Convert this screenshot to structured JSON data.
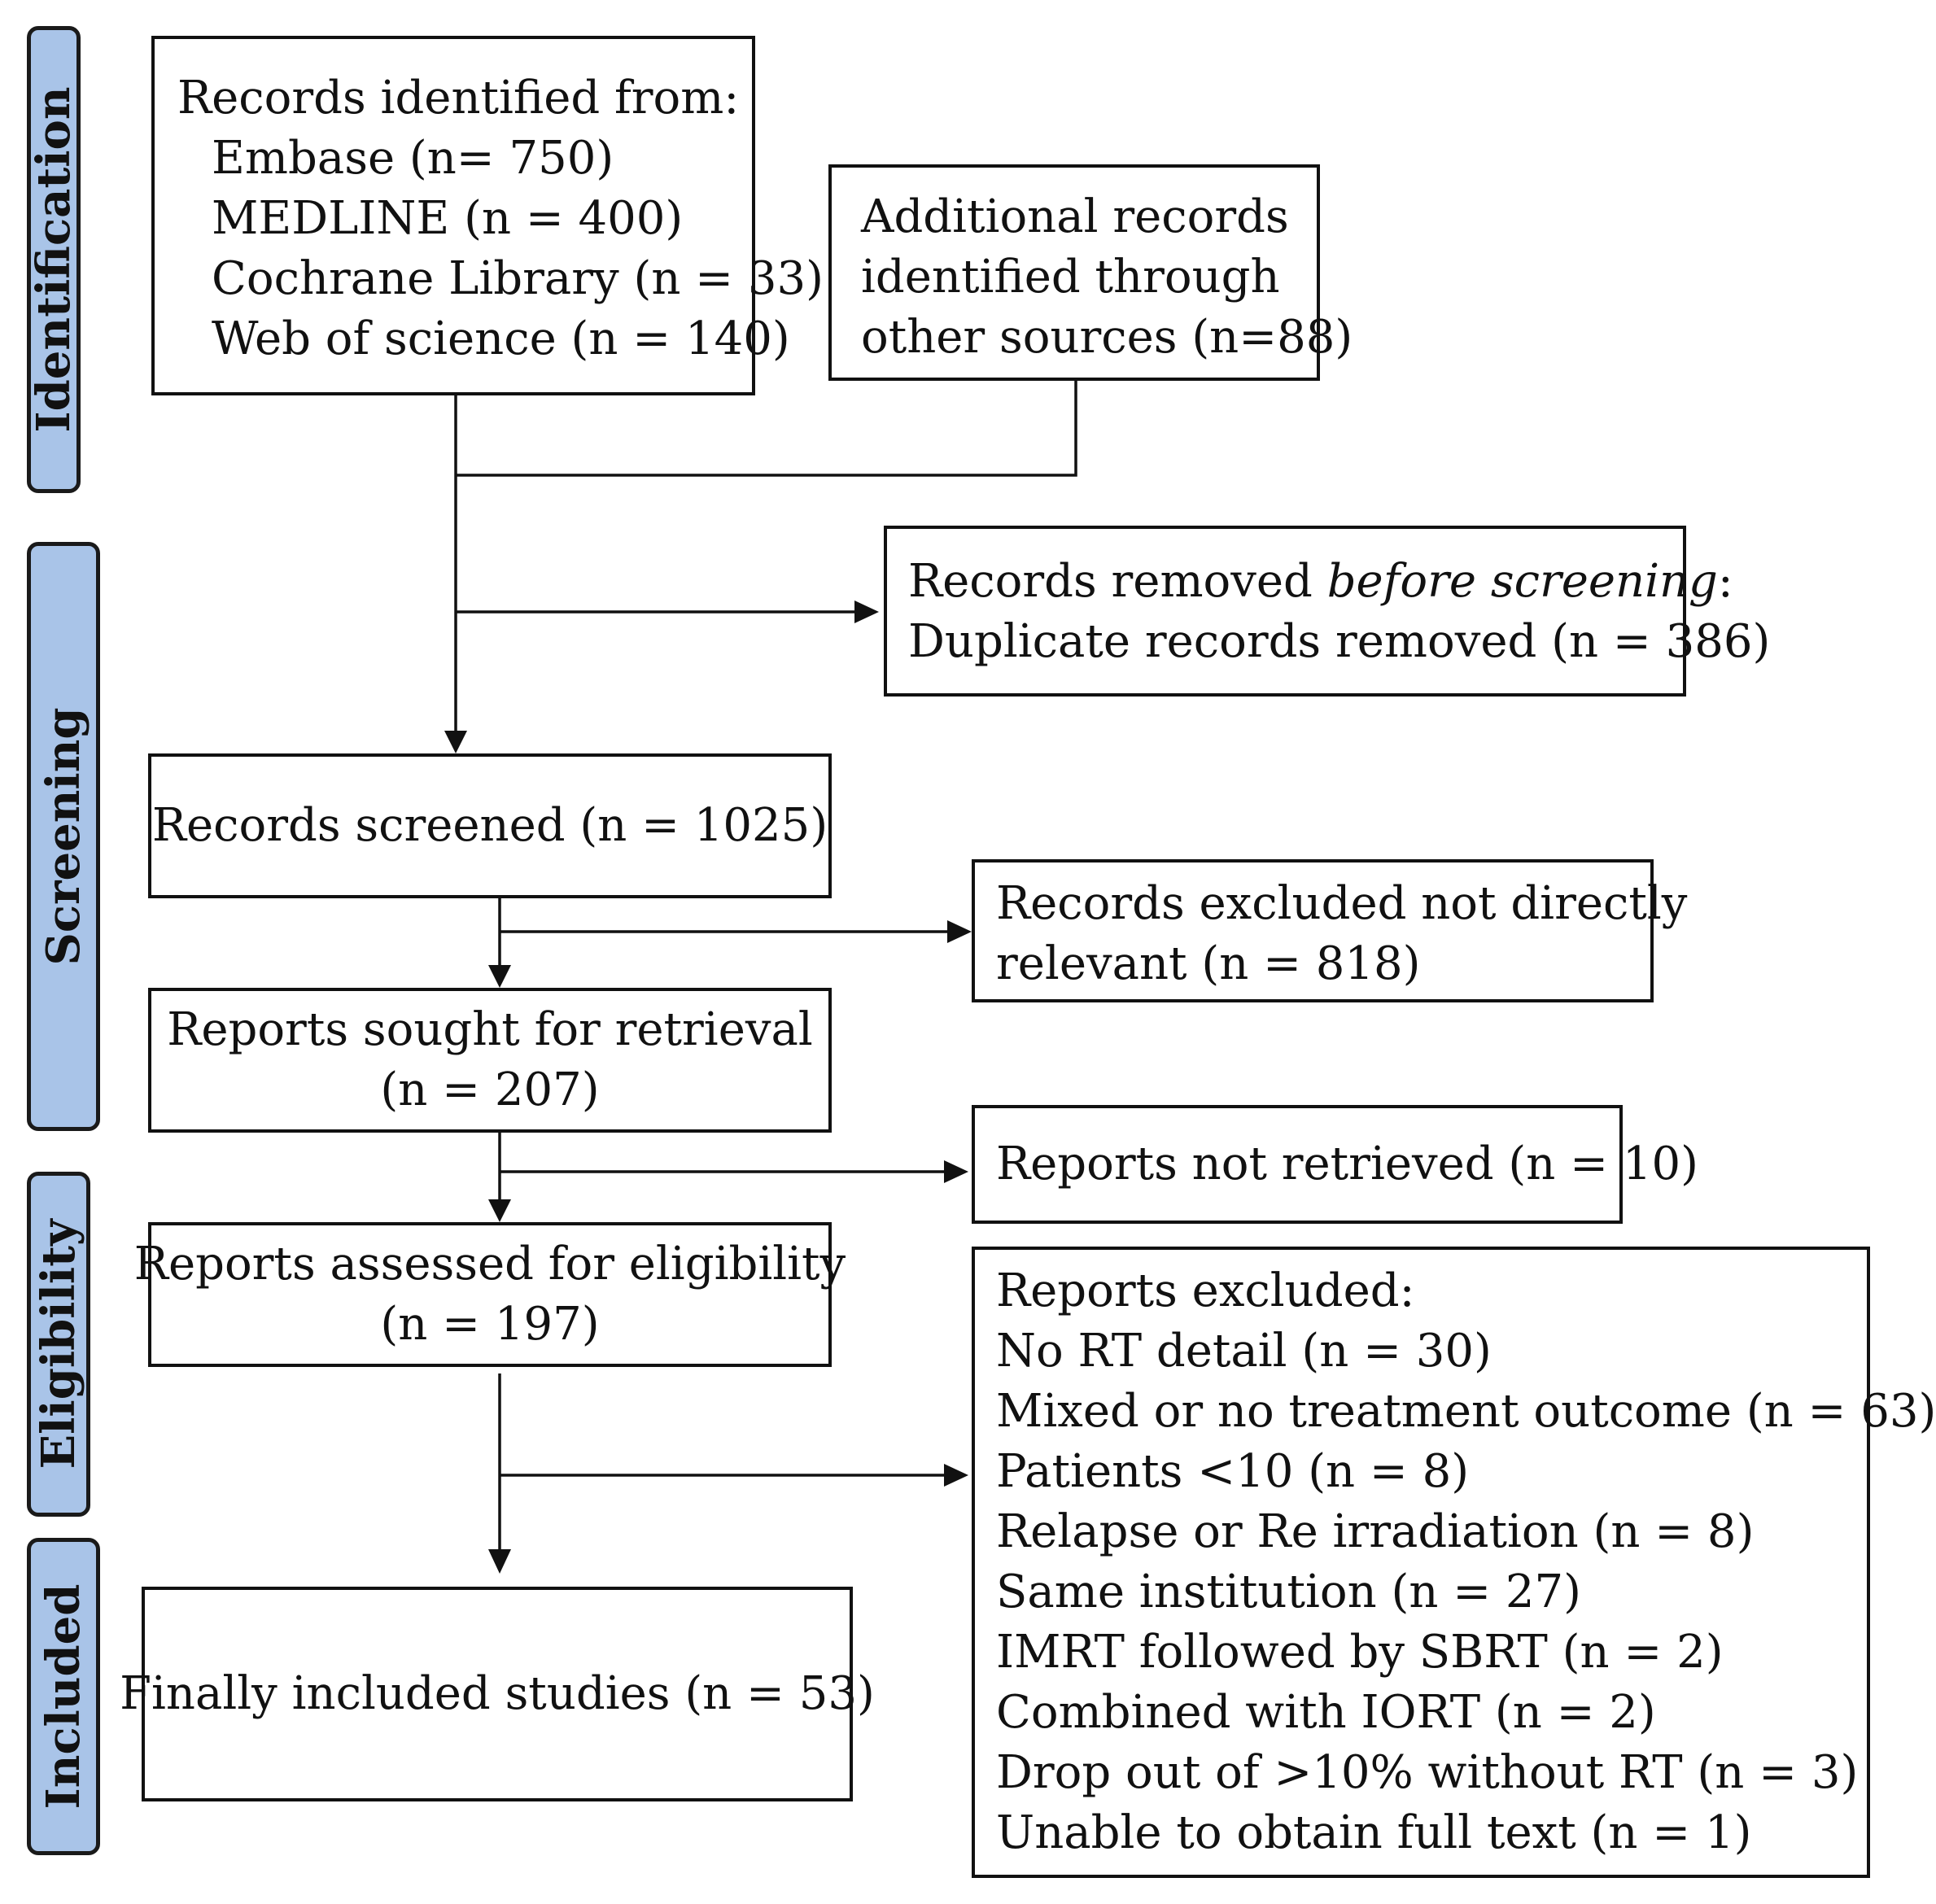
{
  "stages": {
    "identification": "Identification",
    "screening": "Screening",
    "eligibility": "Eligibility",
    "included": "Included"
  },
  "records_identified": {
    "heading": "Records identified from:",
    "sources": [
      "Embase (n=  750)",
      "MEDLINE (n = 400)",
      "Cochrane Library (n = 33)",
      "Web of science (n = 140)"
    ]
  },
  "additional_records": {
    "lines": [
      "Additional records",
      "identified through",
      "other sources (n=88)"
    ]
  },
  "records_removed": {
    "line1_prefix": "Records removed ",
    "line1_emph": "before screening",
    "line1_suffix": ":",
    "line2": "Duplicate records removed  (n = 386)"
  },
  "records_screened": "Records screened (n = 1025)",
  "records_excluded": {
    "lines": [
      "Records excluded not directly",
      "relevant (n = 818)"
    ]
  },
  "reports_sought": {
    "lines": [
      "Reports sought for retrieval",
      "(n = 207)"
    ]
  },
  "reports_not_retrieved": "Reports not retrieved (n = 10)",
  "reports_assessed": {
    "lines": [
      "Reports assessed for eligibility",
      "(n = 197)"
    ]
  },
  "reports_excluded": {
    "heading": "Reports excluded:",
    "reasons": [
      "No RT detail (n = 30)",
      "Mixed or no treatment outcome (n = 63)",
      "Patients <10 (n  =  8)",
      "Relapse or Re irradiation (n = 8)",
      "Same institution (n = 27)",
      "IMRT followed by SBRT (n = 2)",
      "Combined with IORT (n = 2)",
      "Drop out of >10% without RT (n = 3)",
      "Unable to obtain full text (n = 1)"
    ]
  },
  "included_studies": "Finally included studies (n = 53)"
}
